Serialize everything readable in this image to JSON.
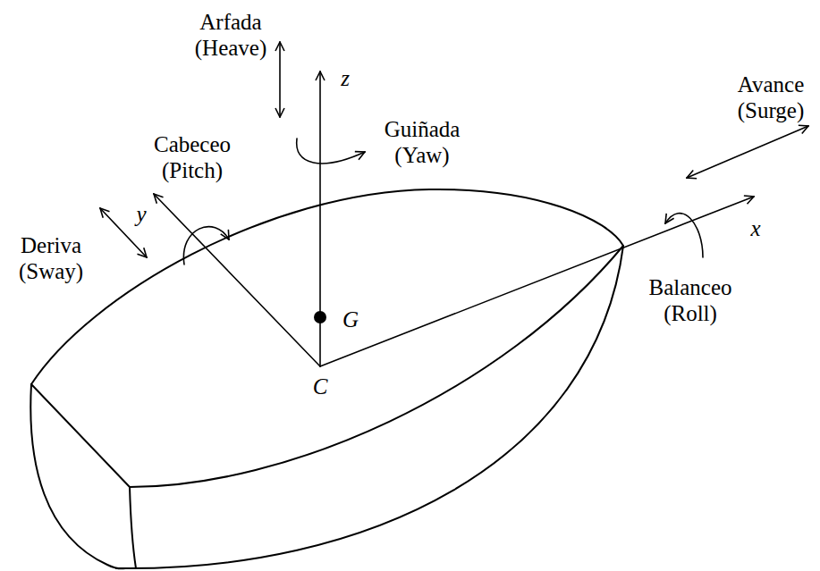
{
  "diagram": {
    "labels": [
      "Arfada (Heave)",
      "z",
      "Cabeceo (Pitch)",
      "Guiñada (Yaw)",
      "Avance (Surge)",
      "y",
      "Deriva (Sway)",
      "x",
      "G",
      "Balanceo (Roll)",
      "C"
    ]
  }
}
